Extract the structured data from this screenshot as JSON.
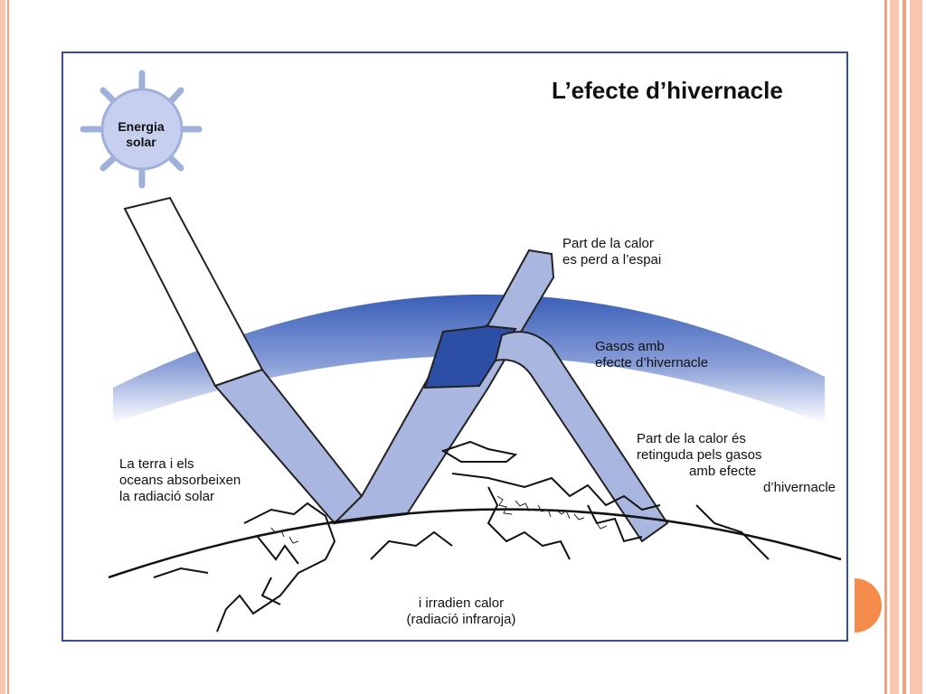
{
  "slide": {
    "colors": {
      "accent": "#f4a07c",
      "accent_light": "#f9c7b0",
      "dot": "#f58c4b",
      "frame": "#3b4e8c",
      "band": "#a9b6e0",
      "band_dark": "#2d4ea5",
      "atmosphere": "#3a5fb8"
    }
  },
  "diagram": {
    "title": "L’efecte d’hivernacle",
    "sun": {
      "line1": "Energia",
      "line2": "solar"
    },
    "labels": {
      "lost_1": "Part de la calor",
      "lost_2": "es perd a l’espai",
      "gases_1": "Gasos amb",
      "gases_2": "efecte d’hivernacle",
      "retained_1": "Part de la calor és",
      "retained_2": "retinguda pels gasos",
      "retained_3": "amb efecte",
      "retained_4": "d’hivernacle",
      "absorb_1": "La terra i els",
      "absorb_2": "oceans absorbeixen",
      "absorb_3": "la radiació solar",
      "irradiate_1": "i irradien calor",
      "irradiate_2": "(radiació infraroja)"
    }
  }
}
